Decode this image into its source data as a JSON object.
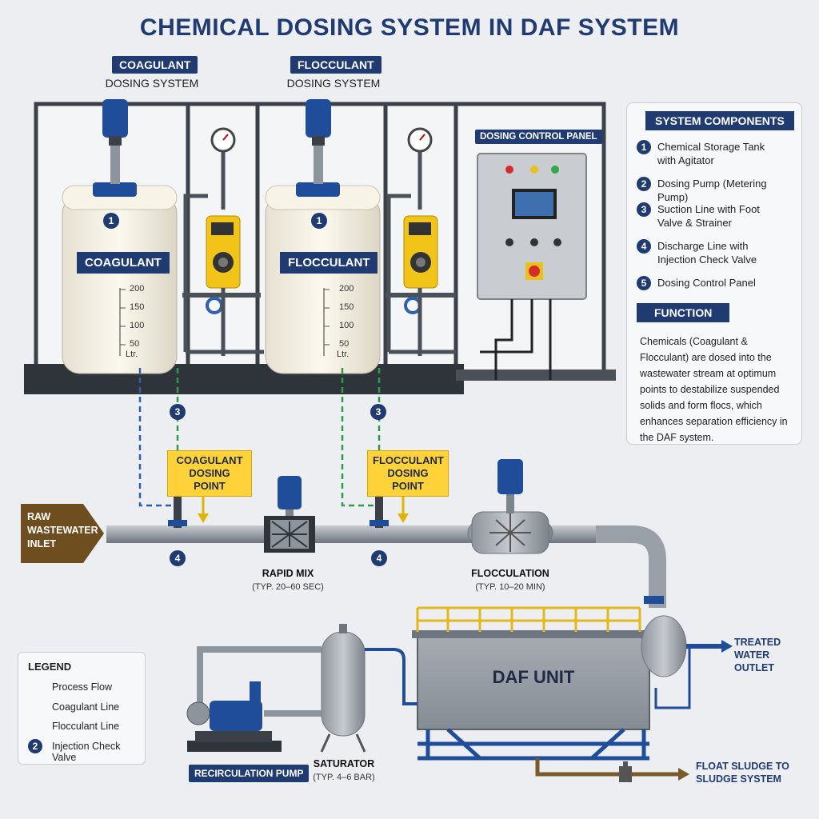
{
  "title": "CHEMICAL DOSING SYSTEM IN DAF SYSTEM",
  "coagulant_system": {
    "chip": "COAGULANT",
    "sub": "DOSING SYSTEM",
    "tank_label": "COAGULANT",
    "tank_num": "1"
  },
  "flocculant_system": {
    "chip": "FLOCCULANT",
    "sub": "DOSING SYSTEM",
    "tank_label": "FLOCCULANT",
    "tank_num": "1"
  },
  "graduations": [
    "200",
    "150",
    "100",
    "50",
    "Ltr."
  ],
  "control_panel": {
    "label": "DOSING CONTROL PANEL"
  },
  "components": {
    "title": "SYSTEM COMPONENTS",
    "items": [
      {
        "num": "1",
        "text": "Chemical Storage Tank with Agitator"
      },
      {
        "num": "2",
        "text": "Dosing Pump (Metering Pump)"
      },
      {
        "num": "3",
        "text": "Suction Line with Foot Valve & Strainer"
      },
      {
        "num": "4",
        "text": "Discharge Line with Injection Check Valve"
      },
      {
        "num": "5",
        "text": "Dosing Control Panel"
      }
    ]
  },
  "function": {
    "title": "FUNCTION",
    "text": "Chemicals (Coagulant & Flocculant) are dosed into the wastewater stream at optimum points to destabilize suspended solids and form flocs, which enhances separation efficiency in the DAF system."
  },
  "markers": {
    "suction": "3",
    "discharge": "4"
  },
  "dosing_points": {
    "coagulant": "COAGULANT DOSING POINT",
    "flocculant": "FLOCCULANT DOSING POINT"
  },
  "inlet": "RAW WASTEWATER INLET",
  "rapid_mix": {
    "label": "RAPID MIX",
    "sub": "(TYP. 20–60 SEC)"
  },
  "flocculation": {
    "label": "FLOCCULATION",
    "sub": "(TYP. 10–20 MIN)"
  },
  "daf_unit": "DAF UNIT",
  "treated_outlet": "TREATED WATER OUTLET",
  "float_sludge": "FLOAT SLUDGE TO SLUDGE SYSTEM",
  "saturator": {
    "label": "SATURATOR",
    "sub": "(TYP. 4–6 BAR)"
  },
  "recirc_pump": "RECIRCULATION PUMP",
  "legend": {
    "title": "LEGEND",
    "process": "Process Flow",
    "coagulant": "Coagulant Line",
    "flocculant": "Flocculant Line",
    "check_num": "2",
    "check": "Injection Check Valve"
  },
  "colors": {
    "navy": "#1f3b72",
    "coag_line": "#2f5fb0",
    "floc_line": "#2e9b4a",
    "sludge": "#7a5a2a",
    "inlet": "#6e4e1e",
    "dose_yellow": "#ffd23a"
  }
}
